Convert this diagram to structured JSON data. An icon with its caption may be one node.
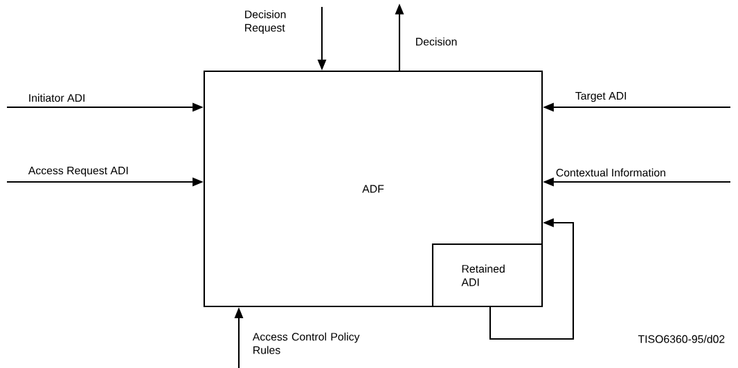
{
  "diagram": {
    "nodes": [
      {
        "text": [
          "ADF"
        ]
      },
      {
        "text": [
          "Retained ADI"
        ],
        "in": 0
      }
    ],
    "edges": [
      {
        "from": null,
        "to": 0,
        "arrow": "to",
        "label": "Initiator ADI"
      },
      {
        "from": null,
        "to": 0,
        "arrow": "to",
        "label": "Access Request ADI"
      },
      {
        "from": null,
        "to": 0,
        "arrow": "to",
        "label": "Decision Request"
      },
      {
        "from": 0,
        "to": null,
        "arrow": "to",
        "label": "Decision"
      },
      {
        "from": null,
        "to": 0,
        "arrow": "to",
        "label": "Target ADI"
      },
      {
        "from": null,
        "to": 0,
        "arrow": "to",
        "label": "Contextual Information"
      },
      {
        "from": null,
        "to": 0,
        "arrow": "to",
        "label": "Access Control Policy Rules"
      },
      {
        "from": 1,
        "to": 0,
        "arrow": "to"
      }
    ],
    "labels": [
      "TISO6360-95/d02"
    ]
  }
}
